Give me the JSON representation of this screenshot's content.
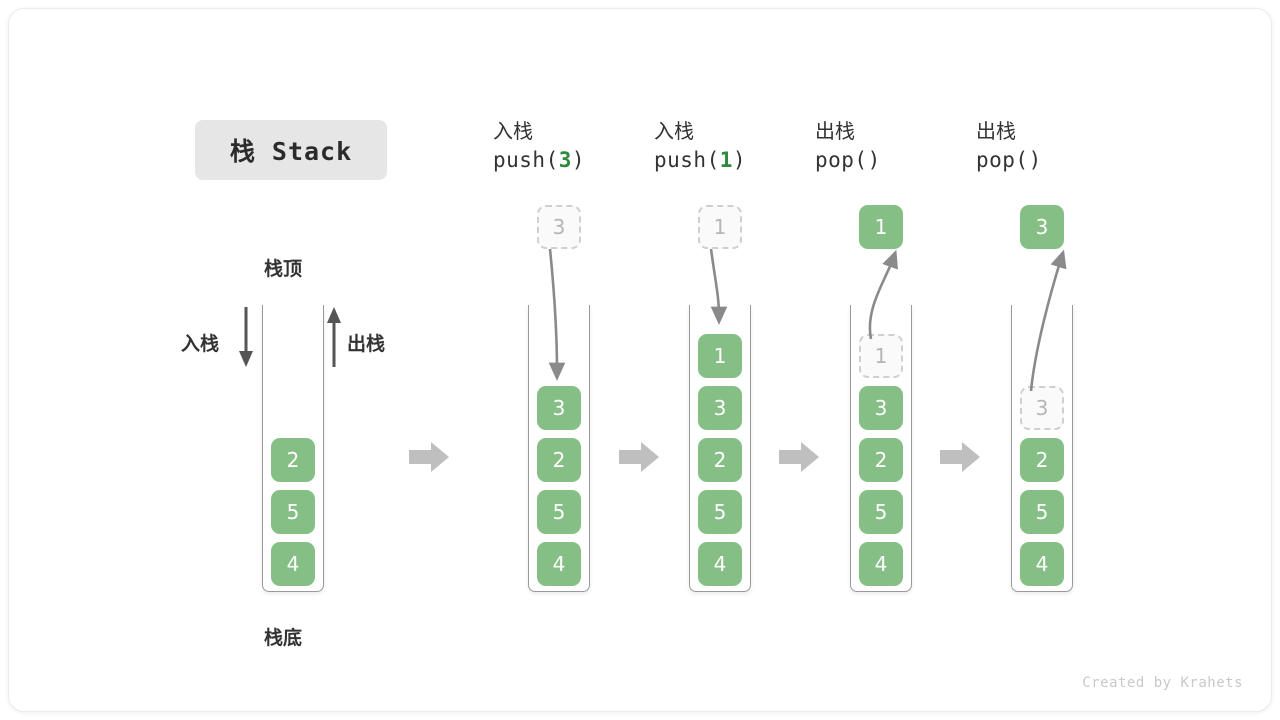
{
  "title": "栈 Stack",
  "labels": {
    "top": "栈顶",
    "bottom": "栈底",
    "push_side": "入栈",
    "pop_side": "出栈"
  },
  "columns": [
    {
      "id": "initial",
      "header_cn": "",
      "header_code": "",
      "op": "none",
      "cells": [
        {
          "value": "2",
          "state": "filled"
        },
        {
          "value": "5",
          "state": "filled"
        },
        {
          "value": "4",
          "state": "filled"
        }
      ],
      "floating": null
    },
    {
      "id": "push-3",
      "header_cn": "入栈",
      "header_code_prefix": "push(",
      "header_code_arg": "3",
      "header_code_suffix": ")",
      "op": "push",
      "cells": [
        {
          "value": "3",
          "state": "filled"
        },
        {
          "value": "2",
          "state": "filled"
        },
        {
          "value": "5",
          "state": "filled"
        },
        {
          "value": "4",
          "state": "filled"
        }
      ],
      "floating": {
        "value": "3",
        "state": "ghost"
      }
    },
    {
      "id": "push-1",
      "header_cn": "入栈",
      "header_code_prefix": "push(",
      "header_code_arg": "1",
      "header_code_suffix": ")",
      "op": "push",
      "cells": [
        {
          "value": "1",
          "state": "filled"
        },
        {
          "value": "3",
          "state": "filled"
        },
        {
          "value": "2",
          "state": "filled"
        },
        {
          "value": "5",
          "state": "filled"
        },
        {
          "value": "4",
          "state": "filled"
        }
      ],
      "floating": {
        "value": "1",
        "state": "ghost"
      }
    },
    {
      "id": "pop-1",
      "header_cn": "出栈",
      "header_code_prefix": "pop(",
      "header_code_arg": "",
      "header_code_suffix": ")",
      "op": "pop",
      "cells": [
        {
          "value": "1",
          "state": "ghost"
        },
        {
          "value": "3",
          "state": "filled"
        },
        {
          "value": "2",
          "state": "filled"
        },
        {
          "value": "5",
          "state": "filled"
        },
        {
          "value": "4",
          "state": "filled"
        }
      ],
      "floating": {
        "value": "1",
        "state": "filled"
      }
    },
    {
      "id": "pop-3",
      "header_cn": "出栈",
      "header_code_prefix": "pop(",
      "header_code_arg": "",
      "header_code_suffix": ")",
      "op": "pop",
      "cells": [
        {
          "value": "3",
          "state": "ghost"
        },
        {
          "value": "2",
          "state": "filled"
        },
        {
          "value": "5",
          "state": "filled"
        },
        {
          "value": "4",
          "state": "filled"
        }
      ],
      "floating": {
        "value": "3",
        "state": "filled"
      }
    }
  ],
  "credit": "Created by Krahets",
  "colors": {
    "cell_green": "#86bf86",
    "accent_green": "#2e8b3d",
    "ghost_border": "#cfcfcf",
    "arrow_gray": "#b4b4b4",
    "line_gray": "#9a9a9a",
    "badge_bg": "#e6e6e6"
  }
}
